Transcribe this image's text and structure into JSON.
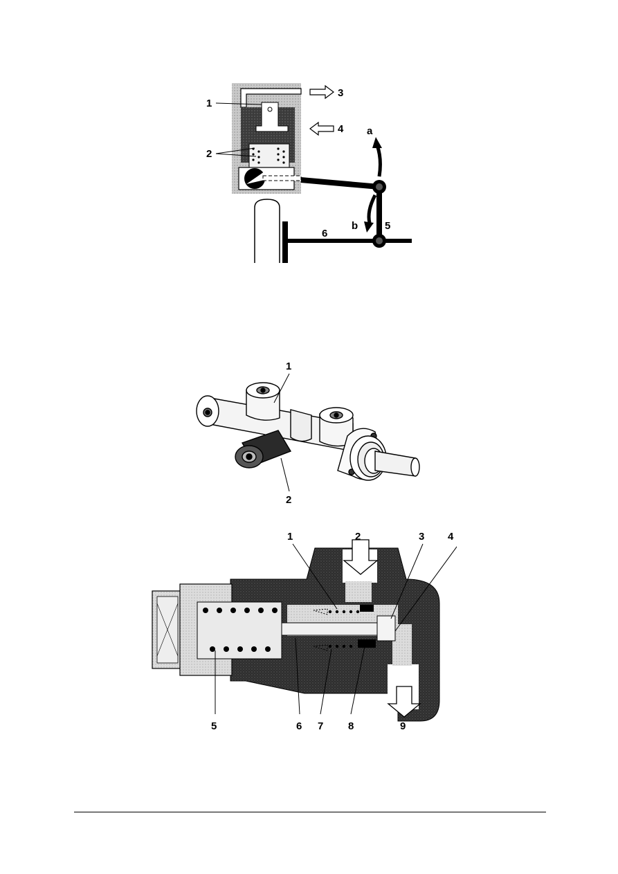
{
  "figure1": {
    "labels": {
      "l1": "1",
      "l2": "2",
      "l3": "3",
      "l4": "4",
      "la": "a",
      "lb": "b",
      "l5": "5",
      "l6": "6"
    }
  },
  "figure2": {
    "labels": {
      "l1": "1",
      "l2": "2"
    }
  },
  "figure3": {
    "labels": {
      "l1": "1",
      "l2": "2",
      "l3": "3",
      "l4": "4",
      "l5": "5",
      "l6": "6",
      "l7": "7",
      "l8": "8",
      "l9": "9"
    }
  },
  "colors": {
    "ink": "#000000",
    "gray": "#bdbdbd",
    "light": "#d9d9d9",
    "dark": "#3a3a3a"
  }
}
